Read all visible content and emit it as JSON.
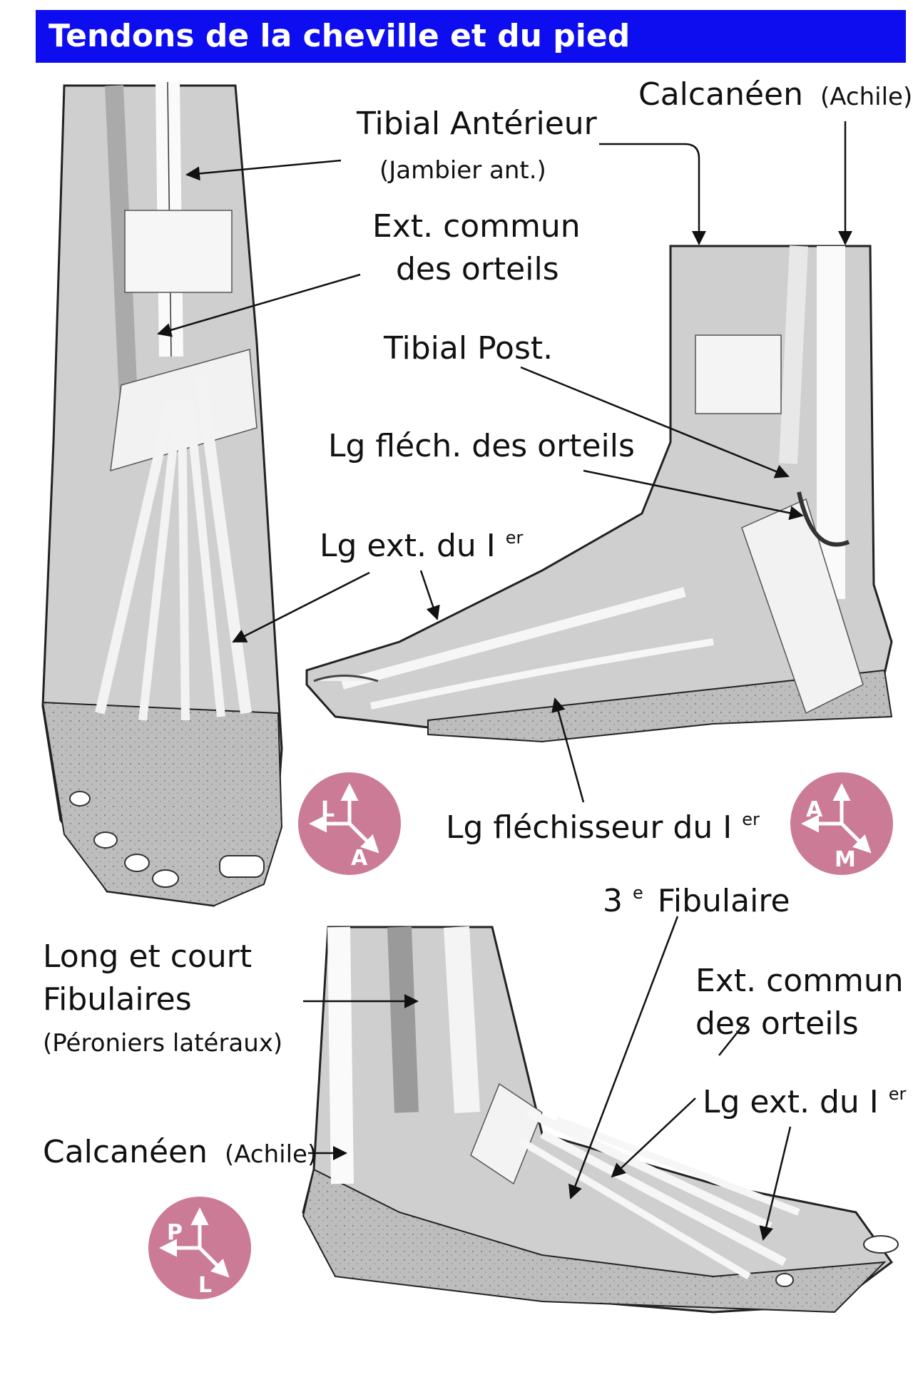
{
  "title": "Tendons de la cheville et du pied",
  "labels": {
    "tibial_anterieur": "Tibial Antérieur",
    "jambier_ant": "(Jambier ant.)",
    "ext_commun_1a": "Ext. commun",
    "ext_commun_1b": "des orteils",
    "calcaneen_top_main": "Calcanéen",
    "calcaneen_top_sub": "(Achile)",
    "tibial_post": "Tibial Post.",
    "lg_flech_orteils": "Lg fléch. des orteils",
    "lg_ext_1er_top_main": "Lg ext. du I",
    "lg_ext_1er_top_sup": "er",
    "lg_flechisseur_main": "Lg fléchisseur du I",
    "lg_flechisseur_sup": "er",
    "fibulaire3_sup": "e",
    "fibulaire3_pre": "3",
    "fibulaire3_main": "Fibulaire",
    "long_court_a": "Long et court",
    "long_court_b": "Fibulaires",
    "peroniers": "(Péroniers latéraux)",
    "ext_commun_2a": "Ext. commun",
    "ext_commun_2b": "des orteils",
    "lg_ext_1er_bot_main": "Lg ext. du I",
    "lg_ext_1er_bot_sup": "er",
    "calcaneen_bot_main": "Calcanéen",
    "calcaneen_bot_sub": "(Achile)"
  },
  "compasses": [
    {
      "up": "",
      "left": "L",
      "diag": "A"
    },
    {
      "up": "",
      "left": "A",
      "diag": "M"
    },
    {
      "up": "",
      "left": "P",
      "diag": "L"
    }
  ],
  "colors": {
    "title_bg": "#0d0df0",
    "compass": "#cc7b96",
    "skin": "#c9c9c9",
    "tendon": "#f4f4f4"
  }
}
